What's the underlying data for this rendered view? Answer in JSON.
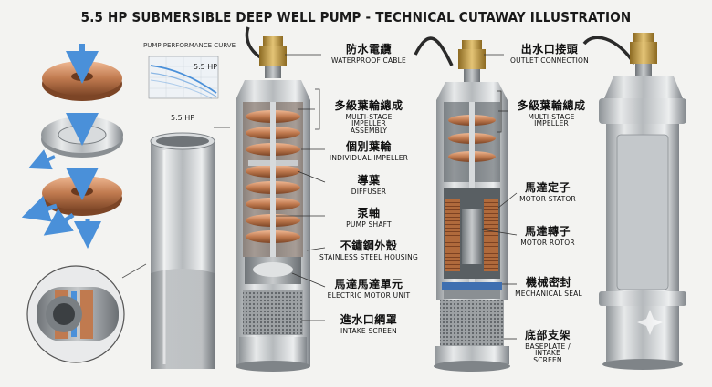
{
  "title": "5.5 HP SUBMERSIBLE DEEP WELL PUMP - TECHNICAL CUTAWAY ILLUSTRATION",
  "performance_chart": {
    "title": "PUMP PERFORMANCE CURVE",
    "curve_label": "5.5 HP"
  },
  "side_label": "5.5 HP",
  "callouts": {
    "waterproof_cable": {
      "zh": "防水電纜",
      "en": "WATERPROOF CABLE"
    },
    "multi_stage_impeller_assembly": {
      "zh": "多級葉輪總成",
      "en": "MULTI-STAGE IMPELLER ASSEMBLY"
    },
    "individual_impeller": {
      "zh": "個別葉輪",
      "en": "INDIVIDUAL IMPELLER"
    },
    "diffuser": {
      "zh": "導葉",
      "en": "DIFFUSER"
    },
    "pump_shaft": {
      "zh": "泵軸",
      "en": "PUMP SHAFT"
    },
    "stainless_steel_housing": {
      "zh": "不鏽鋼外殼",
      "en": "STAINLESS STEEL HOUSING"
    },
    "electric_motor_unit": {
      "zh": "馬達馬達單元",
      "en": "ELECTRIC MOTOR UNIT"
    },
    "intake_screen": {
      "zh": "進水口網罩",
      "en": "INTAKE SCREEN"
    },
    "outlet_connection": {
      "zh": "出水口接頭",
      "en": "OUTLET CONNECTION"
    },
    "multi_stage_impeller": {
      "zh": "多級葉輪總成",
      "en": "MULTI-STAGE IMPELLER"
    },
    "motor_stator": {
      "zh": "馬達定子",
      "en": "MOTOR STATOR"
    },
    "motor_rotor": {
      "zh": "馬達轉子",
      "en": "MOTOR ROTOR"
    },
    "mechanical_seal": {
      "zh": "機械密封",
      "en": "MECHANICAL SEAL"
    },
    "baseplate": {
      "zh": "底部支架",
      "en": "BASEPLATE / INTAKE SCREEN"
    }
  },
  "colors": {
    "copper": "#c07a4f",
    "steel": "#b9bdc1",
    "flow_arrow": "#4a90d9",
    "brass": "#c9a24a",
    "cable": "#2a2a2a"
  }
}
